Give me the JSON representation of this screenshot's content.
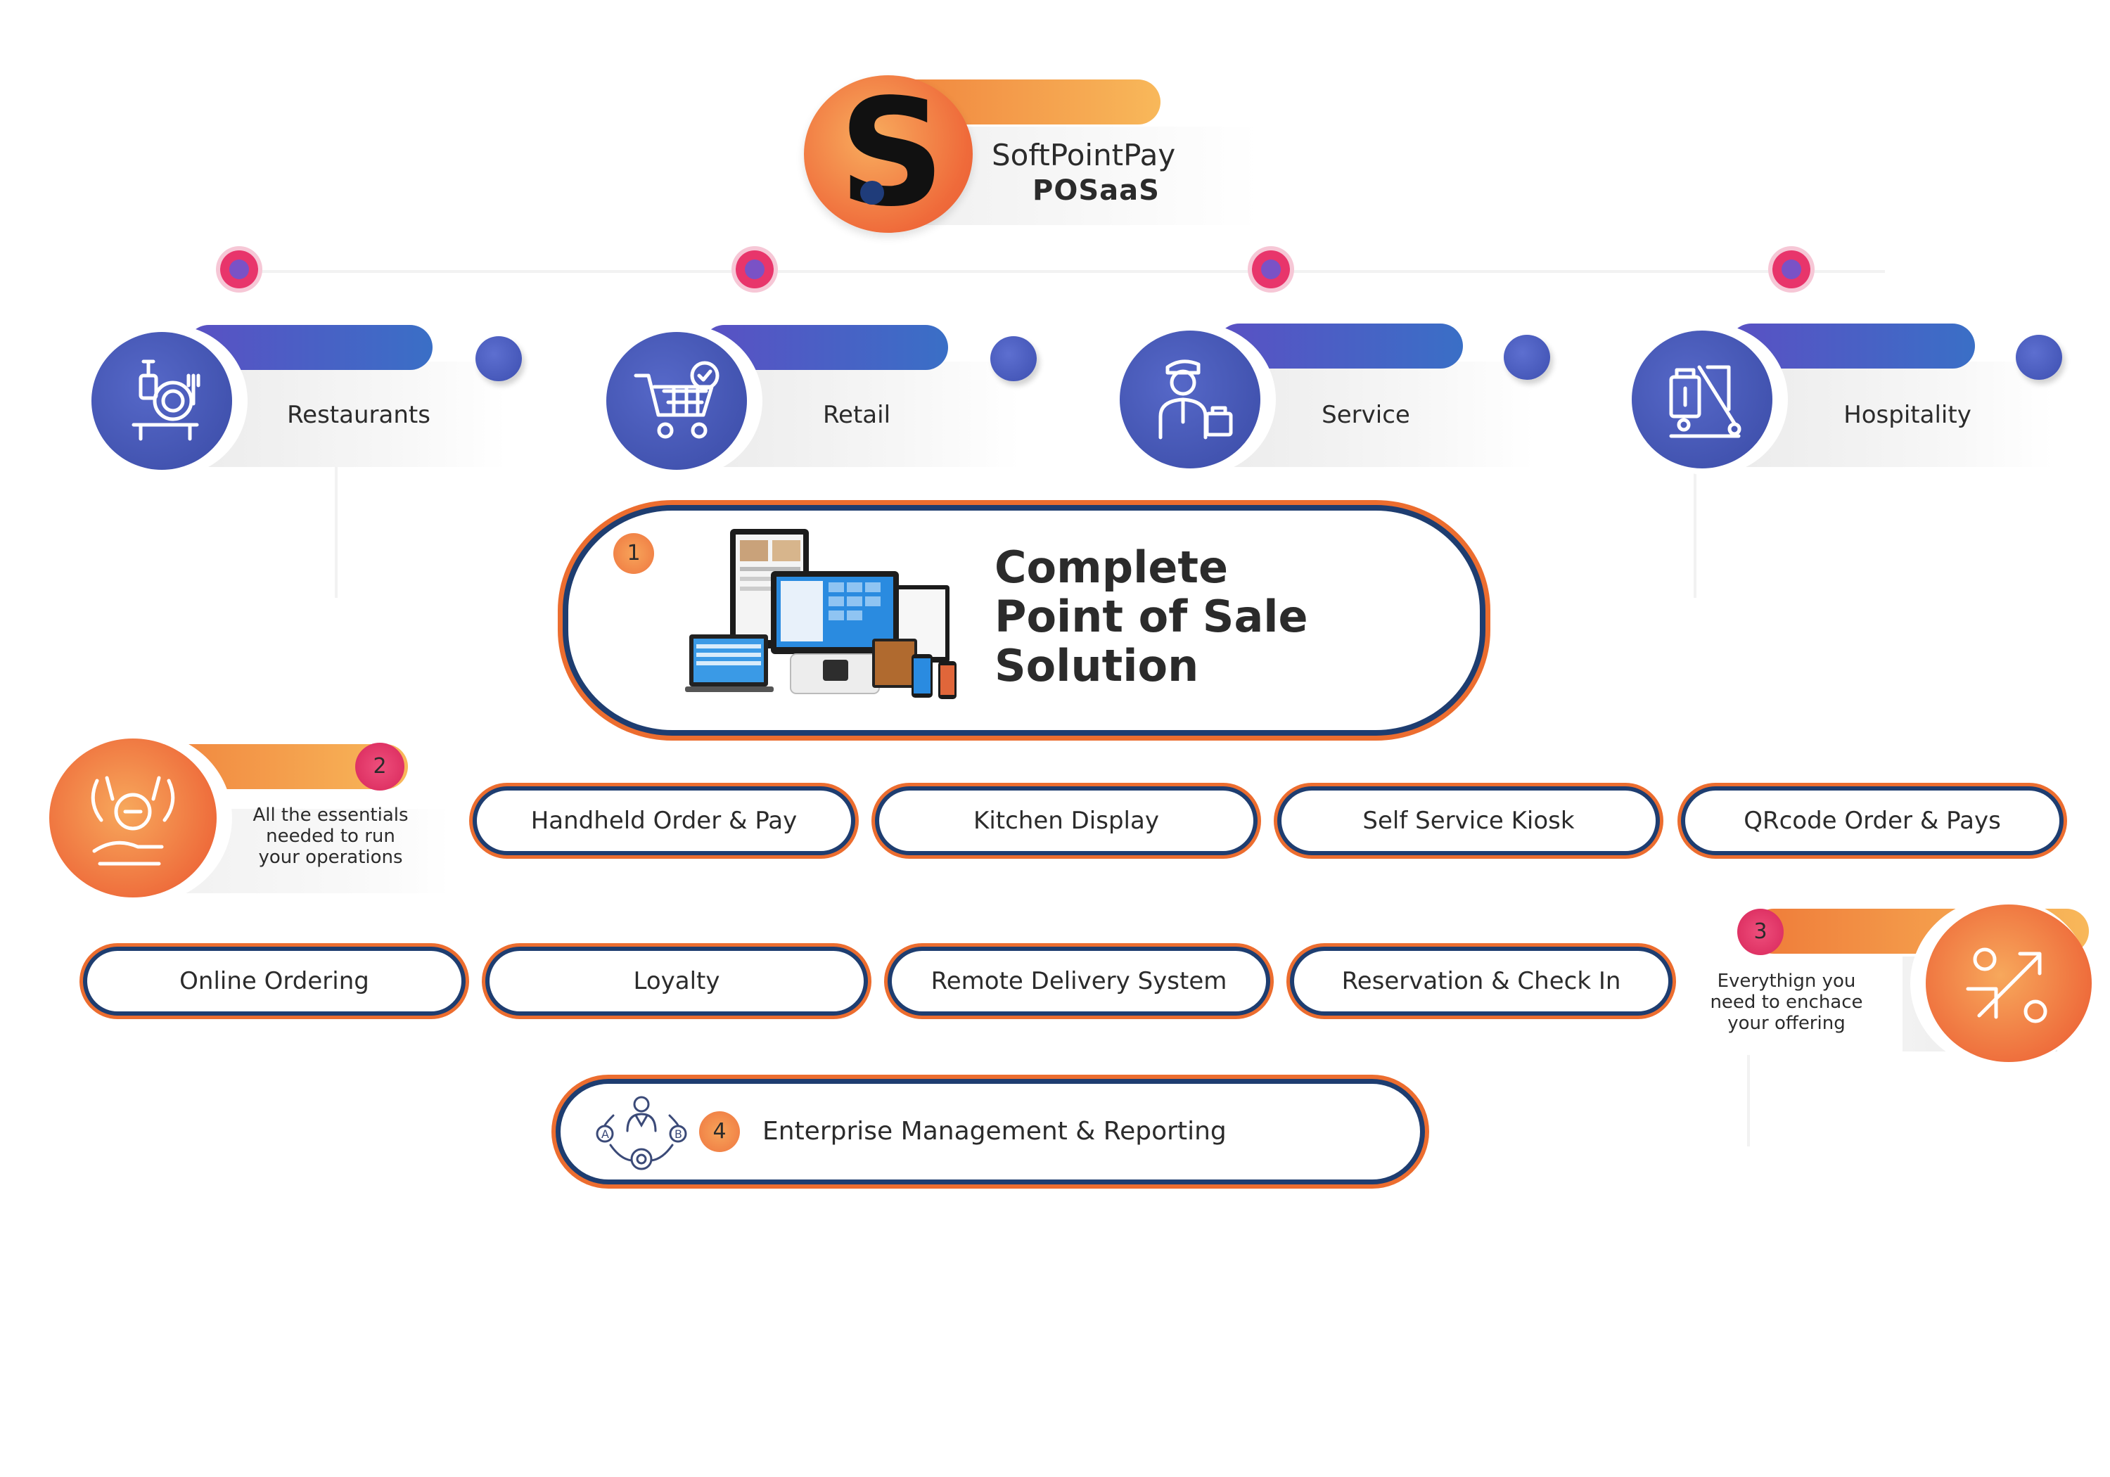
{
  "brand": {
    "name": "SoftPointPay",
    "product": "POSaaS"
  },
  "industries": [
    {
      "label": "Restaurants",
      "icon": "restaurant-icon"
    },
    {
      "label": "Retail",
      "icon": "shopping-cart-icon"
    },
    {
      "label": "Service",
      "icon": "service-worker-icon"
    },
    {
      "label": "Hospitality",
      "icon": "hotel-luggage-icon"
    }
  ],
  "pos": {
    "badge": "1",
    "title_lines": [
      "Complete",
      "Point of Sale",
      "Solution"
    ]
  },
  "essentials": {
    "badge": "2",
    "text_lines": [
      "All the essentials",
      "needed to run",
      "your operations"
    ],
    "items": [
      "Handheld Order & Pay",
      "Kitchen Display",
      "Self Service Kiosk",
      "QRcode Order & Pays"
    ]
  },
  "offering": {
    "badge": "3",
    "text_lines": [
      "Everythign you",
      "need to enchace",
      "your offering"
    ],
    "items": [
      "Online Ordering",
      "Loyalty",
      "Remote Delivery System",
      "Reservation & Check In"
    ]
  },
  "enterprise": {
    "badge": "4",
    "label": "Enterprise Management & Reporting"
  },
  "colors": {
    "orange": "#ec6d2f",
    "navy": "#1e3d70",
    "blue": "#3f51b5",
    "pink": "#e8356b"
  }
}
